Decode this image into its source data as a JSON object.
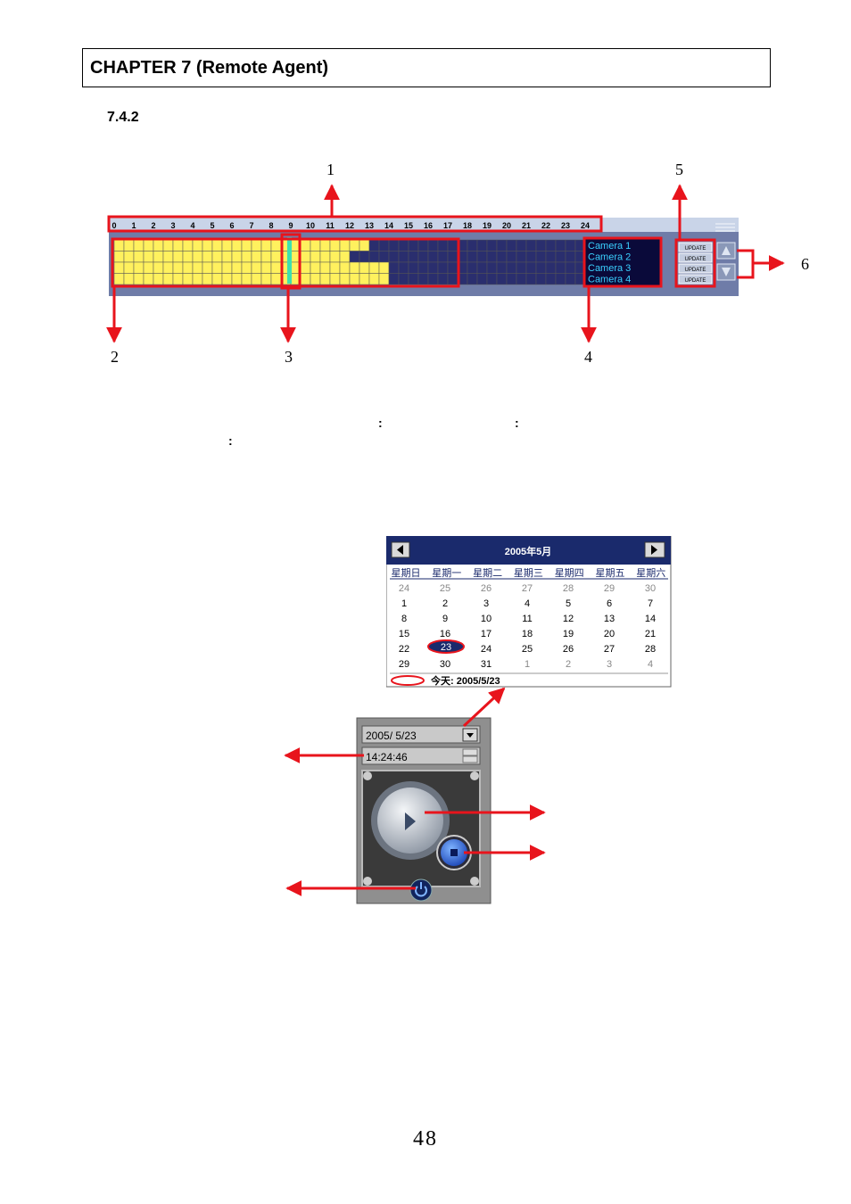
{
  "header": {
    "chapter_title": "CHAPTER 7 (Remote Agent)"
  },
  "section": {
    "number": "7.4.2"
  },
  "timeline_figure": {
    "hours": [
      "0",
      "1",
      "2",
      "3",
      "4",
      "5",
      "6",
      "7",
      "8",
      "9",
      "10",
      "11",
      "12",
      "13",
      "14",
      "15",
      "16",
      "17",
      "18",
      "19",
      "20",
      "21",
      "22",
      "23",
      "24"
    ],
    "cameras": [
      "Camera  1",
      "Camera  2",
      "Camera  3",
      "Camera  4"
    ],
    "update_buttons": [
      "UPDATE",
      "UPDATE",
      "UPDATE",
      "UPDATE"
    ],
    "callouts": [
      "1",
      "2",
      "3",
      "4",
      "5",
      "6"
    ]
  },
  "body_marks": {
    "colon_1": ":",
    "colon_2": ":",
    "colon_3": ":"
  },
  "calendar": {
    "month_title": "2005年5月",
    "weekdays": [
      "星期日",
      "星期一",
      "星期二",
      "星期三",
      "星期四",
      "星期五",
      "星期六"
    ],
    "weeks": [
      [
        "24",
        "25",
        "26",
        "27",
        "28",
        "29",
        "30"
      ],
      [
        "1",
        "2",
        "3",
        "4",
        "5",
        "6",
        "7"
      ],
      [
        "8",
        "9",
        "10",
        "11",
        "12",
        "13",
        "14"
      ],
      [
        "15",
        "16",
        "17",
        "18",
        "19",
        "20",
        "21"
      ],
      [
        "22",
        "23",
        "24",
        "25",
        "26",
        "27",
        "28"
      ],
      [
        "29",
        "30",
        "31",
        "1",
        "2",
        "3",
        "4"
      ]
    ],
    "today_label": "今天: 2005/5/23"
  },
  "player": {
    "date_value": "2005/  5/23",
    "time_value": "14:24:46"
  },
  "page_number": "48",
  "colors": {
    "accent_red": "#e8141c",
    "grid_yellow": "#fff15e",
    "grid_navy": "#2a2e6e",
    "cam_cyan": "#3ad0ff",
    "cal_blue": "#1a2a6c"
  }
}
